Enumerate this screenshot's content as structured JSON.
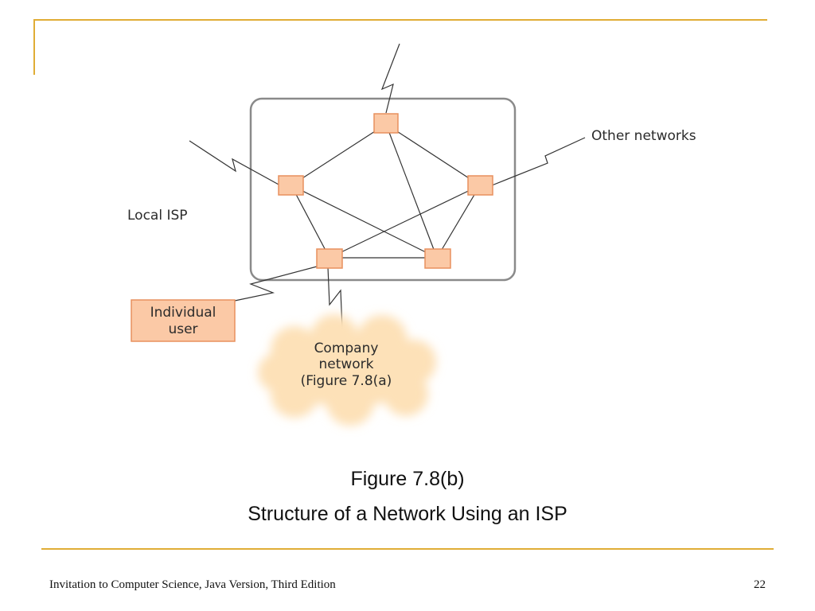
{
  "diagram": {
    "isp_label": "Local ISP",
    "other_networks_label": "Other networks",
    "individual_user": {
      "line1": "Individual",
      "line2": "user"
    },
    "company_network": {
      "line1": "Company",
      "line2": "network",
      "line3": "(Figure 7.8(a)"
    },
    "colors": {
      "node_fill": "#fbc9a6",
      "node_stroke": "#e8905e",
      "isp_border": "#8a8a8a",
      "cloud_fill": "#fde1b8",
      "accent_rule": "#e0ad36"
    }
  },
  "caption": {
    "number": "Figure 7.8(b)",
    "title": "Structure of a Network Using an ISP"
  },
  "footer": {
    "text": "Invitation to Computer Science, Java Version, Third Edition",
    "page": "22"
  }
}
